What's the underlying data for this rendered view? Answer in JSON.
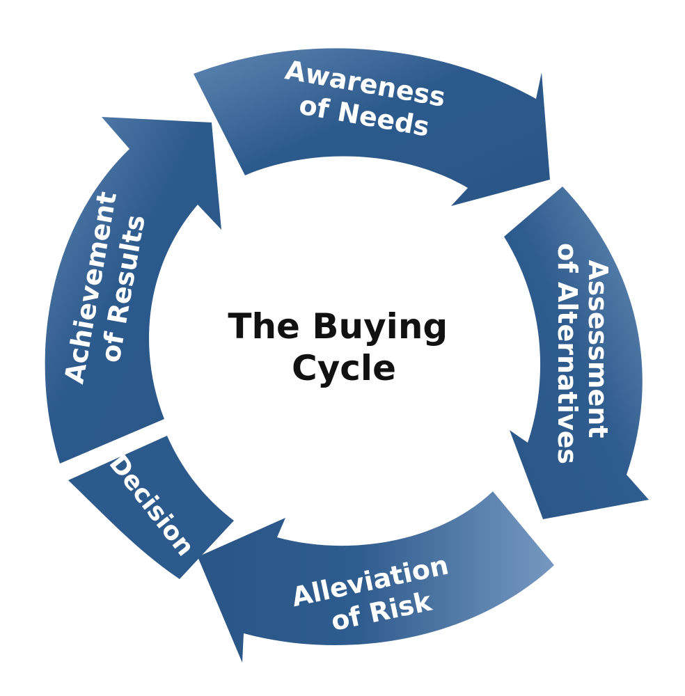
{
  "diagram": {
    "title_lines": [
      "The Buying",
      "Cycle"
    ],
    "segments": [
      {
        "id": "awareness",
        "lines": [
          "Awareness",
          "of Needs"
        ]
      },
      {
        "id": "assessment",
        "lines": [
          "Assessment",
          "of Alternatives"
        ]
      },
      {
        "id": "alleviation",
        "lines": [
          "Alleviation",
          "of Risk"
        ]
      },
      {
        "id": "decision",
        "lines": [
          "Decision"
        ]
      },
      {
        "id": "achievement",
        "lines": [
          "Achievement",
          "of Results"
        ]
      }
    ],
    "colors": {
      "segment_fill_dark": "#2d5a8c",
      "segment_fill_light": "#6f94bd",
      "label_text": "#ffffff",
      "center_text": "#111111",
      "background": "#ffffff"
    }
  }
}
